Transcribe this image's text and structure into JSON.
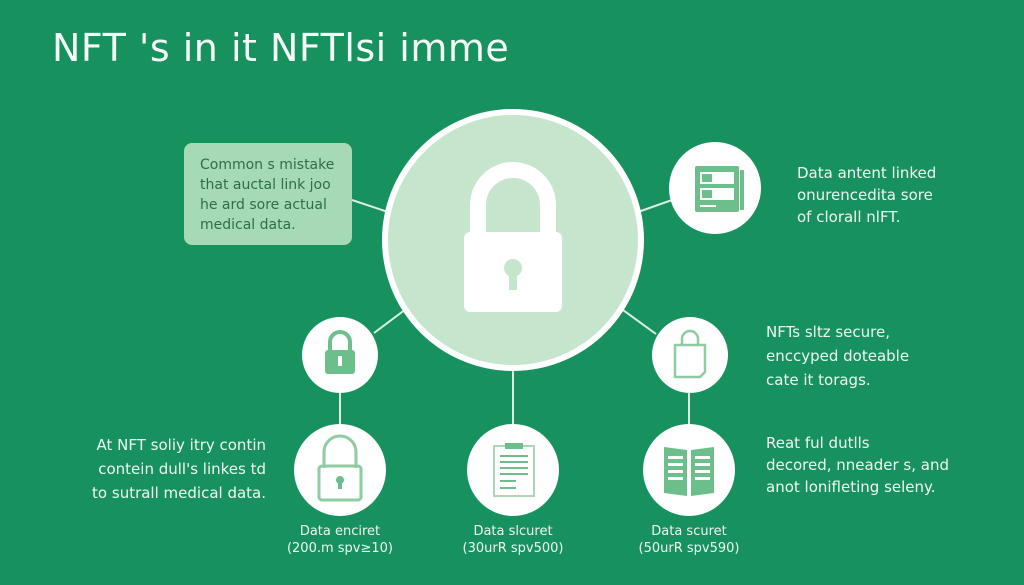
{
  "title": "NFT 's in it NFTlsi imme",
  "callout_box": {
    "lines": [
      "Common s mistake",
      "that auctal link joo",
      "he ard sore actual",
      "medical data."
    ]
  },
  "top_right_text": {
    "lines": [
      "Data antent linked",
      "onurencedita sore",
      "of clorall nlFT."
    ]
  },
  "middle_right_text": {
    "lines": [
      "NFTs sltz secure,",
      "enccyped doteable",
      "cate it torags."
    ]
  },
  "bottom_left_text": {
    "lines": [
      "At NFT soliy itry contin",
      "contein dull's linkes td",
      "to sutrall medical data."
    ]
  },
  "bottom_right_text": {
    "lines": [
      "Reat ful dutlls",
      "decored, nneader s, and",
      "anot lonifleting seleny."
    ]
  },
  "nodes": [
    {
      "icon": "padlock-icon",
      "label": "Data enciret",
      "sublabel": "(200.m spv≥10)"
    },
    {
      "icon": "document-icon",
      "label": "Data slcuret",
      "sublabel": "(30urR spv500)"
    },
    {
      "icon": "book-icon",
      "label": "Data scuret",
      "sublabel": "(50urR spv590)"
    }
  ],
  "colors": {
    "background": "#17915e",
    "center_fill": "#c5e6cc",
    "icon": "#6cbf8a",
    "box": "#a6d9b5"
  }
}
